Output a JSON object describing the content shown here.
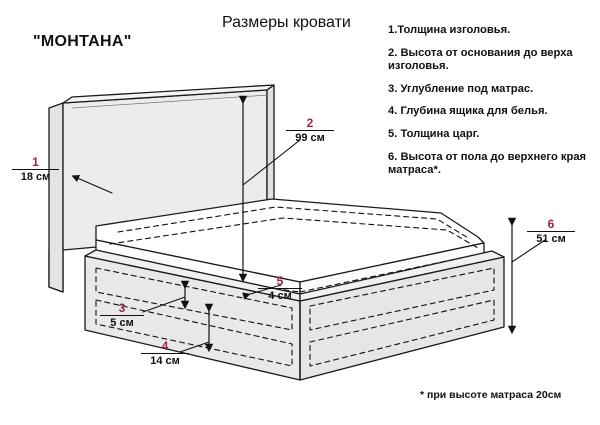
{
  "header": {
    "model_name": "\"МОНТАНА\"",
    "title": "Размеры кровати"
  },
  "legend": {
    "items": [
      "1.Толщина изголовья.",
      "2. Высота от основания до верха изголовья.",
      "3. Углубление под матрас.",
      "4. Глубина ящика для белья.",
      "5. Толщина царг.",
      "6. Высота от пола до верхнего края матраса*."
    ]
  },
  "footnote": "* при высоте матраса 20см",
  "callouts": [
    {
      "index": "1",
      "value": "18 см"
    },
    {
      "index": "2",
      "value": "99 см"
    },
    {
      "index": "3",
      "value": "5 см"
    },
    {
      "index": "4",
      "value": "14 см"
    },
    {
      "index": "5",
      "value": "4 см"
    },
    {
      "index": "6",
      "value": "51 см"
    }
  ],
  "colors": {
    "callout_index": "#9c2542",
    "text": "#111111",
    "outline": "#1a1a1a",
    "headboard_fill": "#ececec",
    "base_fill": "#e9e9e9",
    "mattress_fill": "#ffffff"
  },
  "diagram": {
    "title": "bed-technical-drawing",
    "parts": [
      "headboard",
      "mattress",
      "base",
      "drawers"
    ]
  }
}
